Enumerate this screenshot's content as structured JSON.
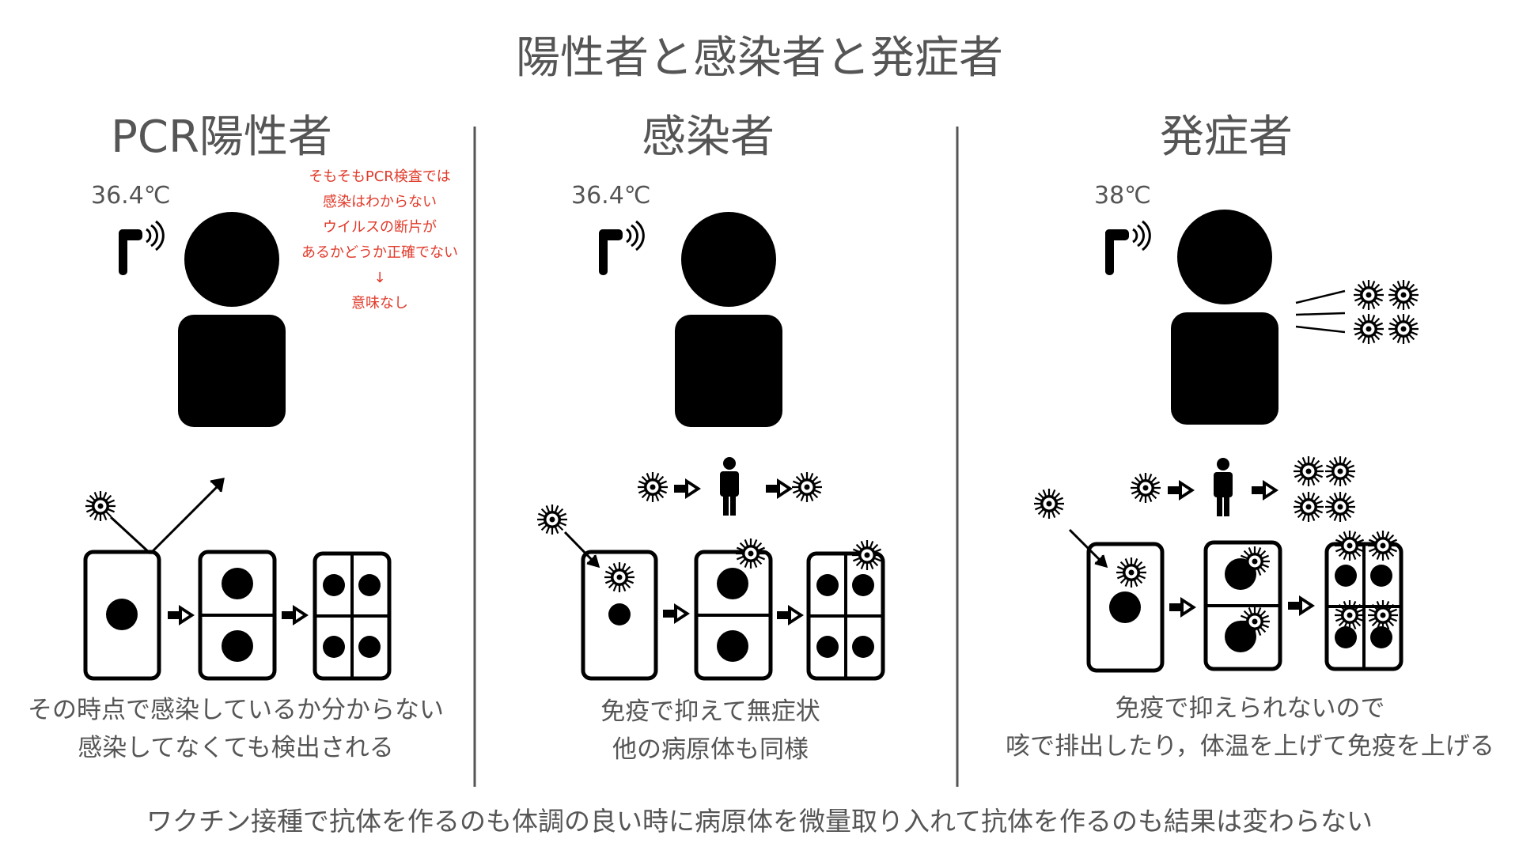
{
  "title": "陽性者と感染者と発症者",
  "colors": {
    "text": "#555555",
    "note": "#e03a2a",
    "divider": "#444444",
    "figure": "#000000"
  },
  "columns": [
    {
      "heading": "PCR陽性者",
      "temperature": "36.4℃",
      "note": [
        "そもそもPCR検査では",
        "感染はわからない",
        "ウイルスの断片が",
        "あるかどうか正確でない",
        "↓",
        "意味なし"
      ],
      "caption": [
        "その時点で感染しているか分からない",
        "感染してなくても検出される"
      ]
    },
    {
      "heading": "感染者",
      "temperature": "36.4℃",
      "caption": [
        "免疫で抑えて無症状",
        "他の病原体も同様"
      ]
    },
    {
      "heading": "発症者",
      "temperature": "38℃",
      "caption": [
        "免疫で抑えられないので",
        "咳で排出したり，体温を上げて免疫を上げる"
      ]
    }
  ],
  "footer": "ワクチン接種で抗体を作るのも体調の良い時に病原体を微量取り入れて抗体を作るのも結果は変わらない",
  "icons": [
    "thermometer-icon",
    "person-icon",
    "virus-icon",
    "arrow-icon",
    "cell-icon"
  ]
}
